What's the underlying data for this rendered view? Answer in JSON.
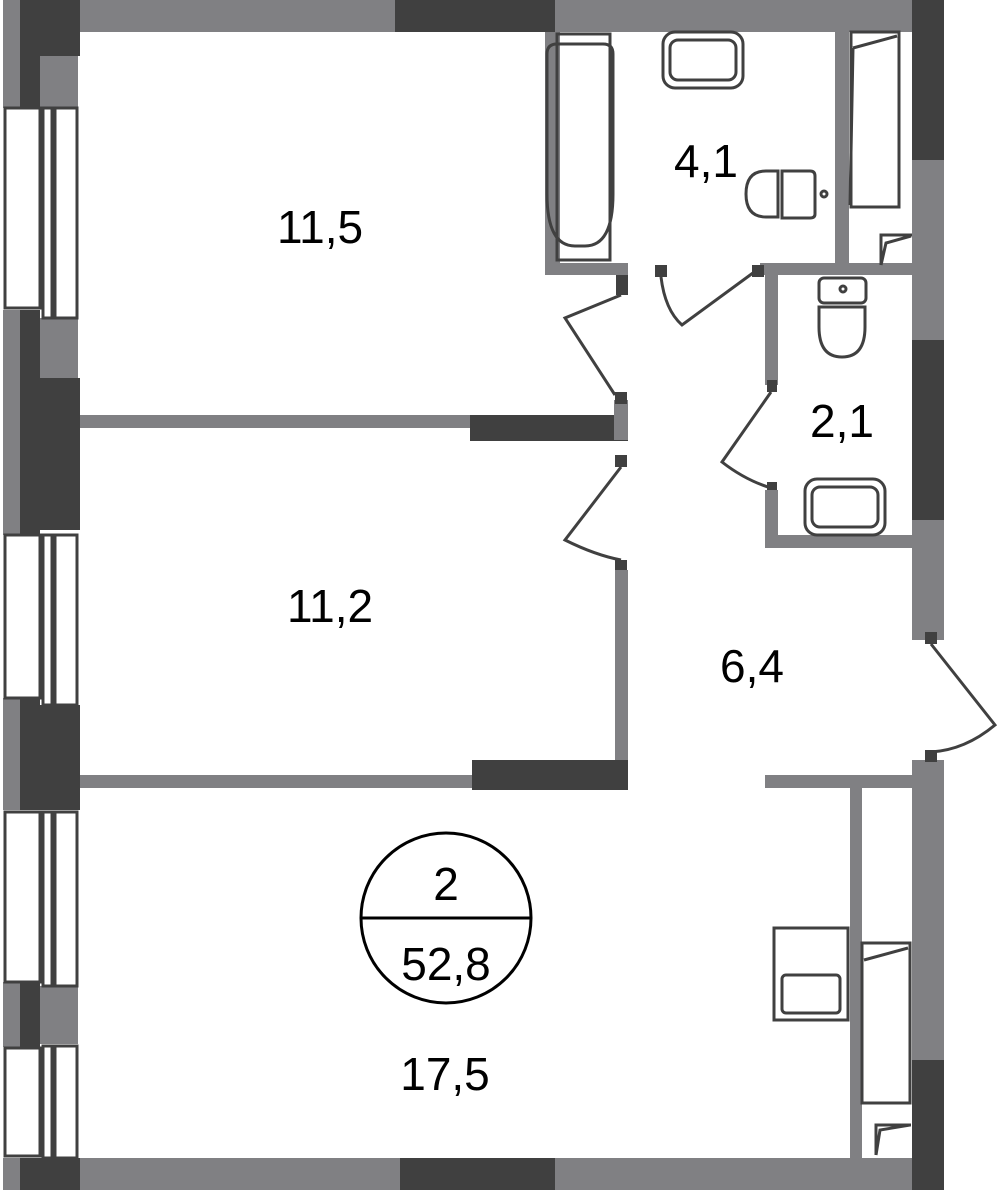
{
  "plan": {
    "rooms_count": "2",
    "total_area": "52,8",
    "rooms": [
      {
        "id": "bedroom-top",
        "area": "11,5"
      },
      {
        "id": "bathroom",
        "area": "4,1"
      },
      {
        "id": "wc",
        "area": "2,1"
      },
      {
        "id": "bedroom-middle",
        "area": "11,2"
      },
      {
        "id": "hallway",
        "area": "6,4"
      },
      {
        "id": "living-room",
        "area": "17,5"
      }
    ]
  },
  "colors": {
    "wall_light": "#808083",
    "wall_dark": "#404040"
  }
}
